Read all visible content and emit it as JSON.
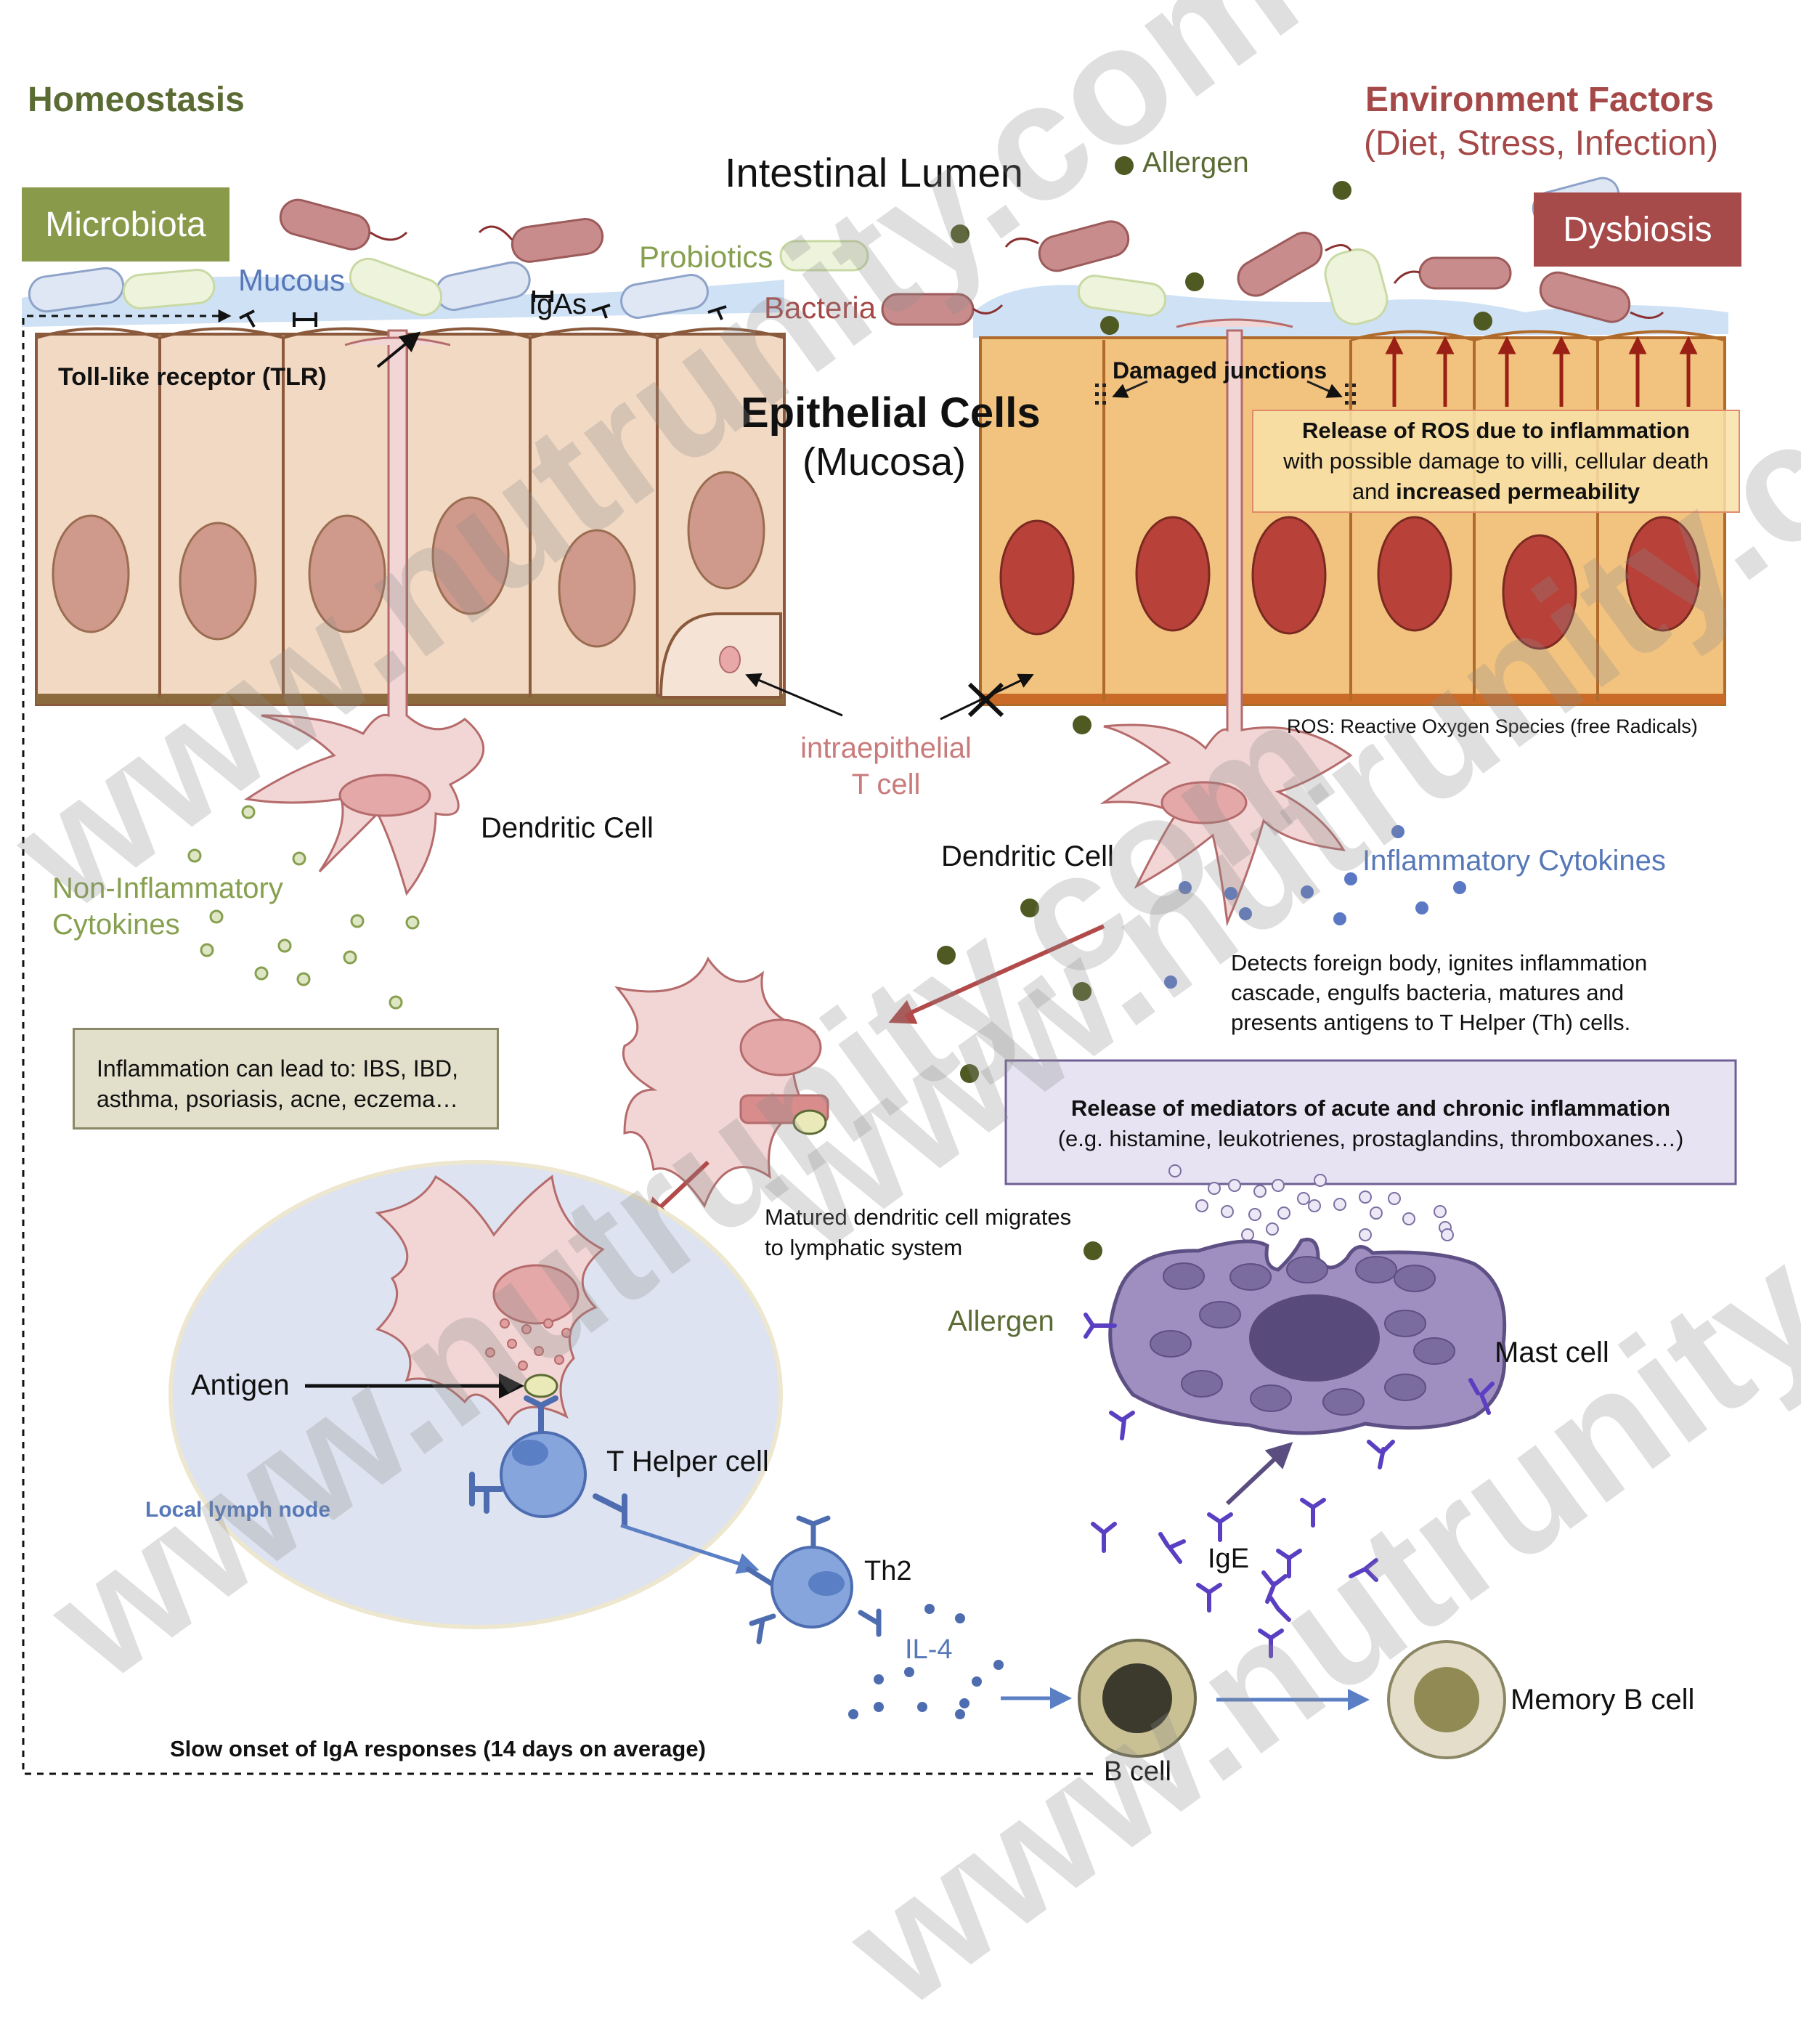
{
  "left_panel": {
    "heading": "Homeostasis",
    "microbiota_badge": "Microbiota",
    "mucous_label": "Mucous",
    "igas_label": "IgAs",
    "probiotics_label": "Probiotics",
    "tlr_label": "Toll-like receptor (TLR)",
    "dendritic_label": "Dendritic Cell",
    "cytokines_label_line1": "Non-Inflammatory",
    "cytokines_label_line2": "Cytokines",
    "disease_box_line1": "Inflammation can lead to: IBS, IBD,",
    "disease_box_line2": "asthma, psoriasis, acne, eczema…"
  },
  "center": {
    "lumen_label": "Intestinal Lumen",
    "epithelial_title": "Epithelial Cells",
    "epithelial_subtitle": "(Mucosa)",
    "bacteria_label": "Bacteria",
    "t_cell_line1": "intraepithelial",
    "t_cell_line2": "T cell"
  },
  "right_panel": {
    "env_title": "Environment Factors",
    "env_subtitle": "(Diet, Stress, Infection)",
    "allergen_label": "Allergen",
    "dysbiosis_badge": "Dysbiosis",
    "damaged_label": "Damaged junctions",
    "ros_bold": "Release of ROS due to inflammation",
    "ros_line2": "with possible damage to villi, cellular death",
    "ros_line3_prefix": "and ",
    "ros_line3_bold": "increased permeability",
    "ros_footnote": "ROS: Reactive Oxygen Species (free Radicals)",
    "dendritic_label": "Dendritic Cell",
    "inflam_cytokines_label": "Inflammatory Cytokines",
    "detects_line1": "Detects foreign body, ignites inflammation",
    "detects_line2": "cascade, engulfs bacteria, matures and",
    "detects_line3": "presents antigens to T Helper (Th) cells."
  },
  "lower": {
    "mediators_title": "Release of mediators of acute and chronic inflammation",
    "mediators_sub": "(e.g. histamine, leukotrienes, prostaglandins, thromboxanes…)",
    "matured_line1": "Matured dendritic cell migrates",
    "matured_line2": "to lymphatic system",
    "antigen_label": "Antigen",
    "t_helper_label": "T Helper cell",
    "lymph_label": "Local lymph node",
    "th2_label": "Th2",
    "il4_label": "IL-4",
    "allergen_label": "Allergen",
    "mast_label": "Mast cell",
    "ige_label": "IgE",
    "slow_onset": "Slow onset of IgA responses (14 days on average)",
    "b_cell_label": "B cell",
    "memory_label": "Memory B cell"
  },
  "watermarks": [
    "www.nutrunity.com",
    "www.nutrunity.com",
    "www.nutrunity.com",
    "www.nutrunity.com"
  ],
  "colors": {
    "homeostasis_green": "#5b6b34",
    "microbiota_badge": "#8a9a4b",
    "dysbiosis_badge": "#a64a4a",
    "environment_red": "#a54848",
    "healthy_cell": "#f2d9c4",
    "inflamed_cell": "#f2c27f",
    "mucous_blue": "#cfe1f5",
    "dendritic_pink": "#f2d5d5",
    "t_helper_blue": "#86a5dd",
    "mast_purple": "#9e8fc0",
    "mediator_box": "#e7e3f3"
  }
}
